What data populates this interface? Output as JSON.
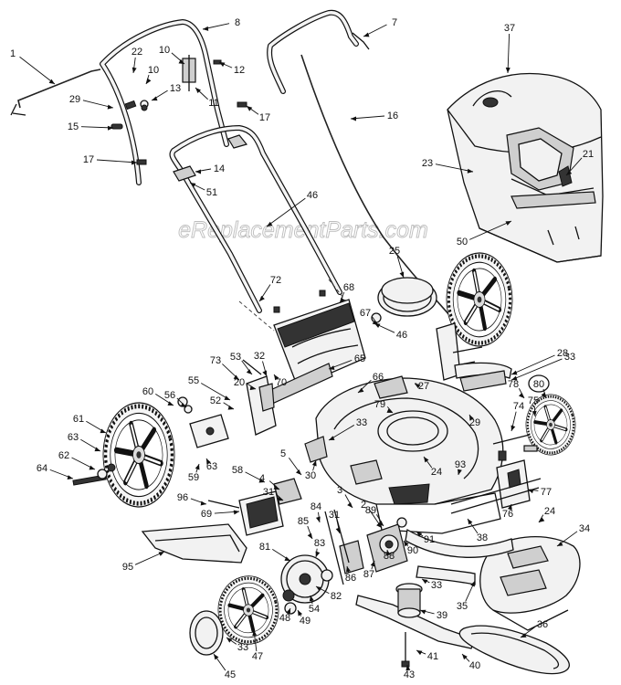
{
  "watermark": "eReplacementParts.com",
  "callouts": [
    {
      "id": "1",
      "text": "1"
    },
    {
      "id": "2",
      "text": "2"
    },
    {
      "id": "3",
      "text": "3"
    },
    {
      "id": "4",
      "text": "4"
    },
    {
      "id": "5",
      "text": "5"
    },
    {
      "id": "7",
      "text": "7"
    },
    {
      "id": "8",
      "text": "8"
    },
    {
      "id": "10a",
      "text": "10"
    },
    {
      "id": "10b",
      "text": "10"
    },
    {
      "id": "11",
      "text": "11"
    },
    {
      "id": "12",
      "text": "12"
    },
    {
      "id": "13",
      "text": "13"
    },
    {
      "id": "14",
      "text": "14"
    },
    {
      "id": "15",
      "text": "15"
    },
    {
      "id": "16",
      "text": "16"
    },
    {
      "id": "17a",
      "text": "17"
    },
    {
      "id": "17b",
      "text": "17"
    },
    {
      "id": "20",
      "text": "20"
    },
    {
      "id": "21",
      "text": "21"
    },
    {
      "id": "22",
      "text": "22"
    },
    {
      "id": "23",
      "text": "23"
    },
    {
      "id": "24a",
      "text": "24"
    },
    {
      "id": "24b",
      "text": "24"
    },
    {
      "id": "25",
      "text": "25"
    },
    {
      "id": "27",
      "text": "27"
    },
    {
      "id": "28",
      "text": "28"
    },
    {
      "id": "29a",
      "text": "29"
    },
    {
      "id": "29b",
      "text": "29"
    },
    {
      "id": "30",
      "text": "30"
    },
    {
      "id": "31a",
      "text": "31"
    },
    {
      "id": "31b",
      "text": "31"
    },
    {
      "id": "32",
      "text": "32"
    },
    {
      "id": "33a",
      "text": "33"
    },
    {
      "id": "33b",
      "text": "33"
    },
    {
      "id": "33c",
      "text": "33"
    },
    {
      "id": "33d",
      "text": "33"
    },
    {
      "id": "34",
      "text": "34"
    },
    {
      "id": "35",
      "text": "35"
    },
    {
      "id": "36",
      "text": "36"
    },
    {
      "id": "37",
      "text": "37"
    },
    {
      "id": "38",
      "text": "38"
    },
    {
      "id": "39",
      "text": "39"
    },
    {
      "id": "40",
      "text": "40"
    },
    {
      "id": "41",
      "text": "41"
    },
    {
      "id": "43",
      "text": "43"
    },
    {
      "id": "45",
      "text": "45"
    },
    {
      "id": "46a",
      "text": "46"
    },
    {
      "id": "46b",
      "text": "46"
    },
    {
      "id": "47",
      "text": "47"
    },
    {
      "id": "48",
      "text": "48"
    },
    {
      "id": "49",
      "text": "49"
    },
    {
      "id": "50",
      "text": "50"
    },
    {
      "id": "51",
      "text": "51"
    },
    {
      "id": "52",
      "text": "52"
    },
    {
      "id": "53",
      "text": "53"
    },
    {
      "id": "54",
      "text": "54"
    },
    {
      "id": "55",
      "text": "55"
    },
    {
      "id": "56",
      "text": "56"
    },
    {
      "id": "58",
      "text": "58"
    },
    {
      "id": "59",
      "text": "59"
    },
    {
      "id": "60",
      "text": "60"
    },
    {
      "id": "61",
      "text": "61"
    },
    {
      "id": "62",
      "text": "62"
    },
    {
      "id": "63a",
      "text": "63"
    },
    {
      "id": "63b",
      "text": "63"
    },
    {
      "id": "64",
      "text": "64"
    },
    {
      "id": "65",
      "text": "65"
    },
    {
      "id": "66",
      "text": "66"
    },
    {
      "id": "67",
      "text": "67"
    },
    {
      "id": "68",
      "text": "68"
    },
    {
      "id": "69",
      "text": "69"
    },
    {
      "id": "70",
      "text": "70"
    },
    {
      "id": "72",
      "text": "72"
    },
    {
      "id": "73",
      "text": "73"
    },
    {
      "id": "74",
      "text": "74"
    },
    {
      "id": "75",
      "text": "75"
    },
    {
      "id": "76",
      "text": "76"
    },
    {
      "id": "77",
      "text": "77"
    },
    {
      "id": "78",
      "text": "78"
    },
    {
      "id": "79",
      "text": "79"
    },
    {
      "id": "80",
      "text": "80"
    },
    {
      "id": "81",
      "text": "81"
    },
    {
      "id": "82",
      "text": "82"
    },
    {
      "id": "83",
      "text": "83"
    },
    {
      "id": "84",
      "text": "84"
    },
    {
      "id": "85",
      "text": "85"
    },
    {
      "id": "86",
      "text": "86"
    },
    {
      "id": "87",
      "text": "87"
    },
    {
      "id": "88",
      "text": "88"
    },
    {
      "id": "89",
      "text": "89"
    },
    {
      "id": "90",
      "text": "90"
    },
    {
      "id": "91",
      "text": "91"
    },
    {
      "id": "93",
      "text": "93"
    },
    {
      "id": "95",
      "text": "95"
    },
    {
      "id": "96",
      "text": "96"
    }
  ]
}
